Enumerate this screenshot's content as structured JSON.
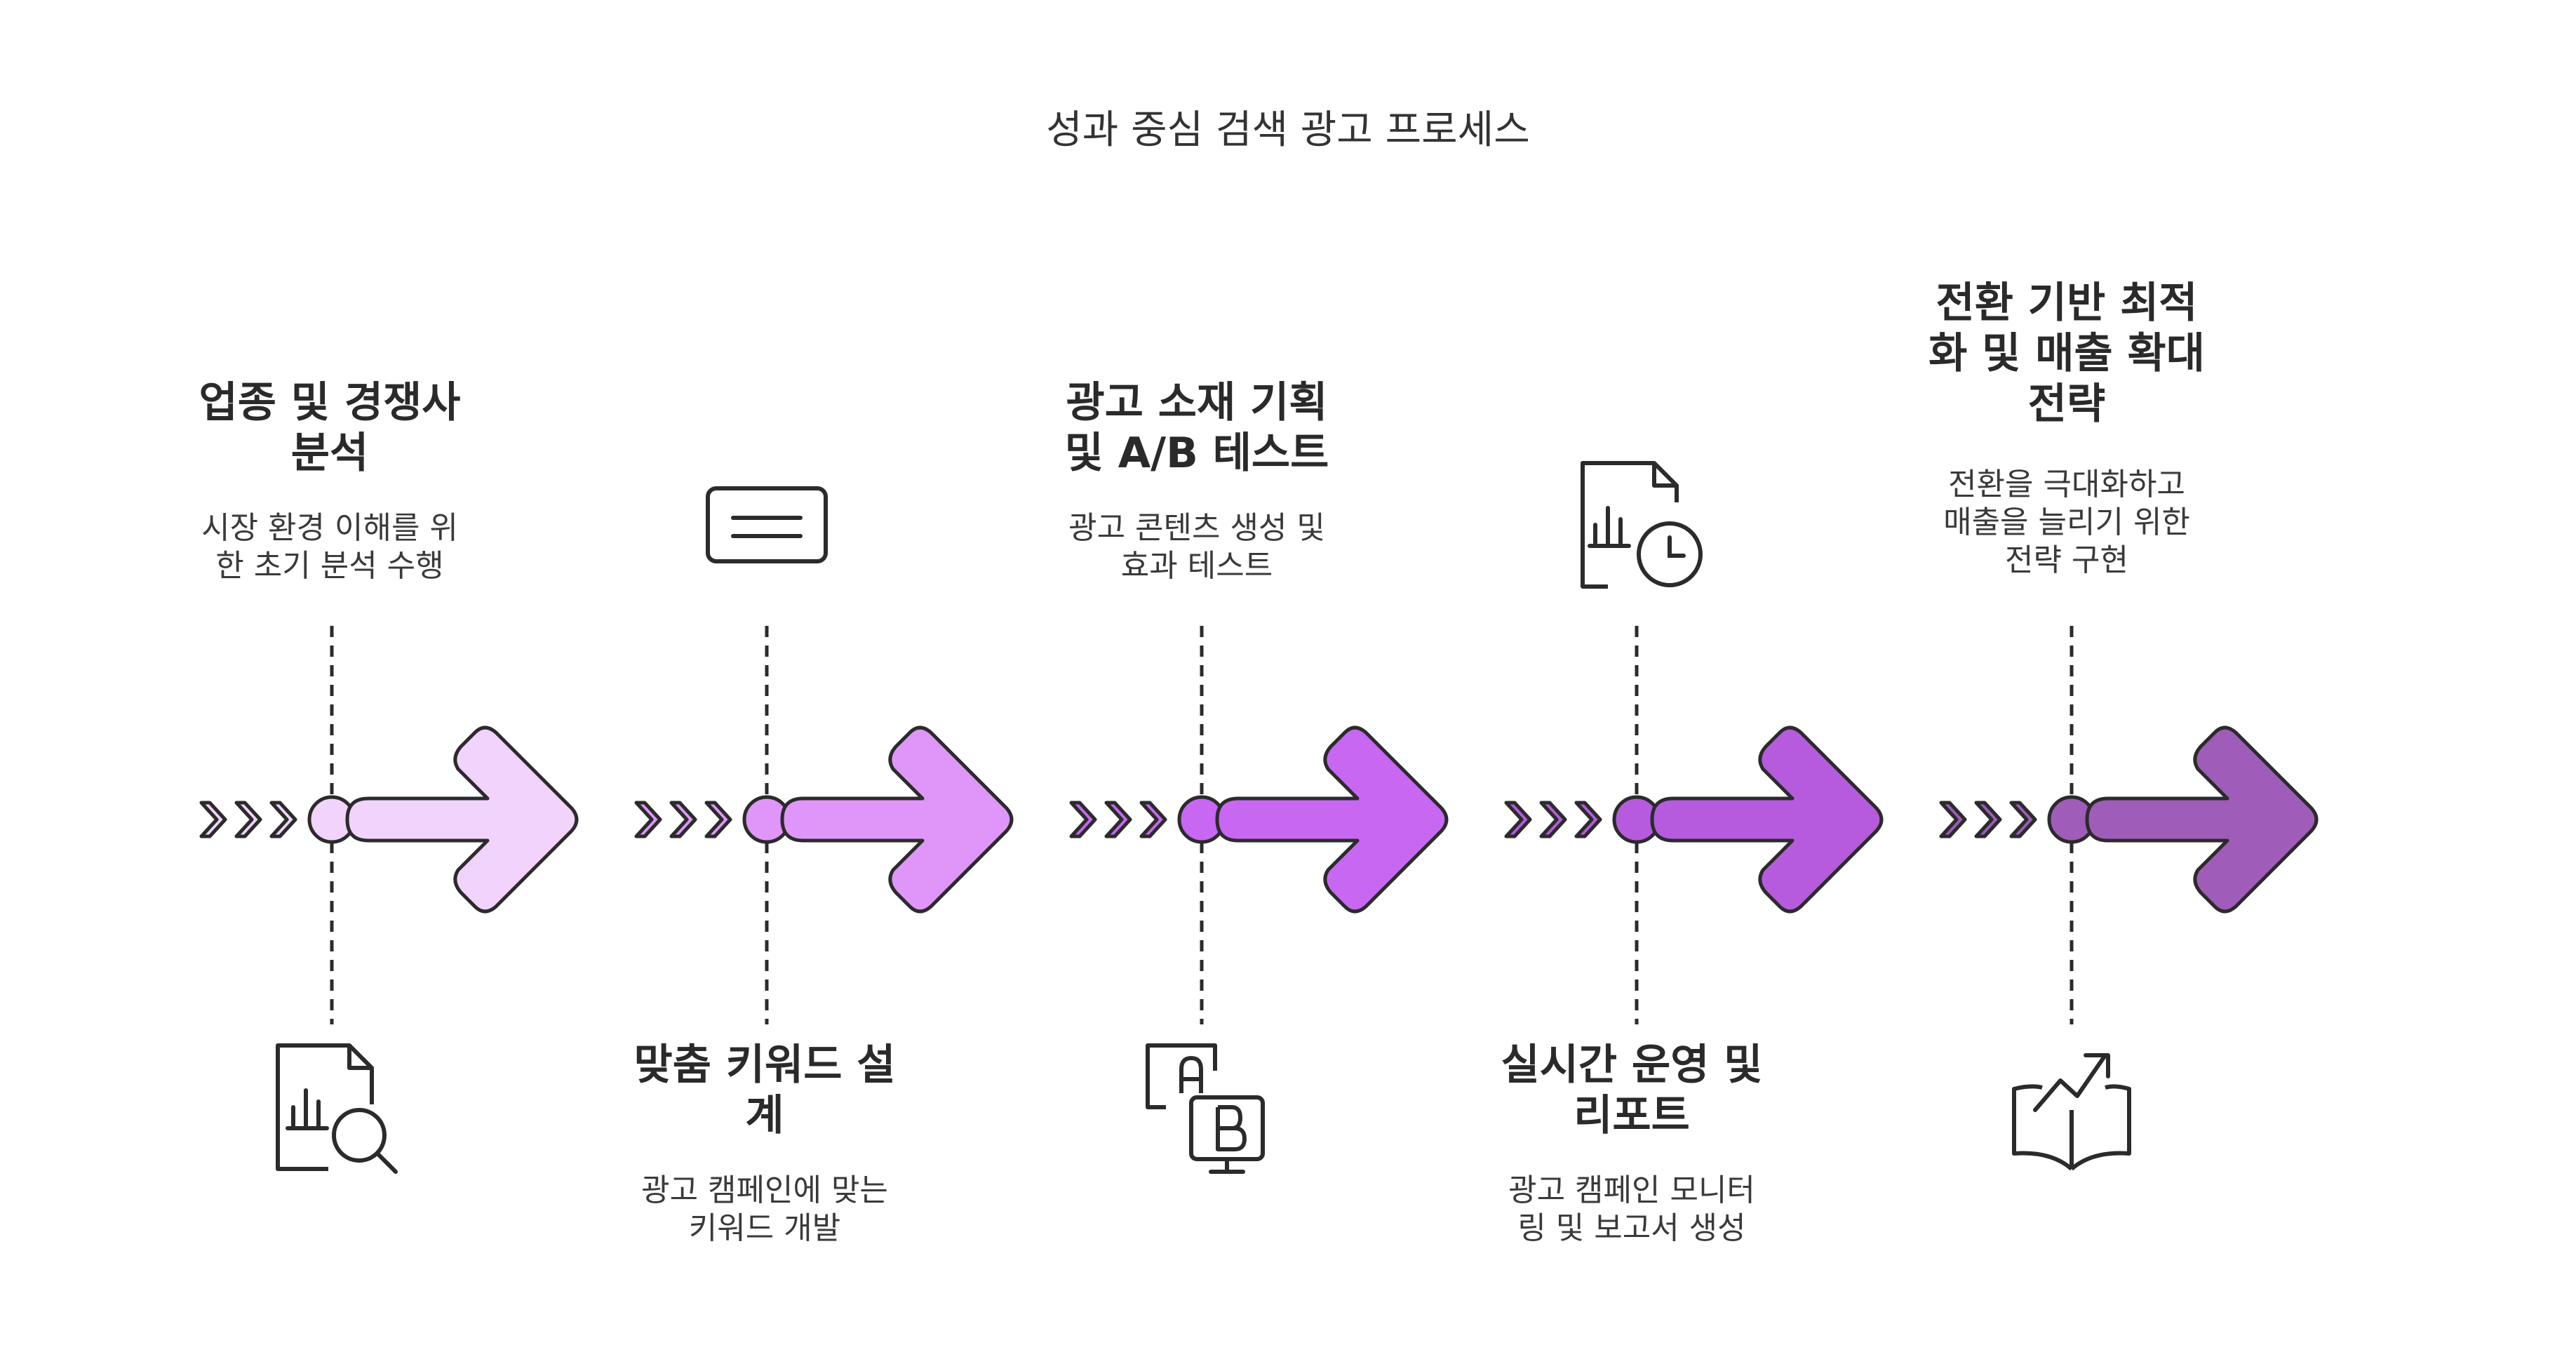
{
  "title": "성과 중심 검색 광고 프로세스",
  "colors": {
    "outline": "#2b2b2b",
    "step1": "#f1d3fc",
    "step2": "#df96f8",
    "step3": "#c767f2",
    "step4": "#b65bde",
    "step5": "#9f5cb8"
  },
  "steps": [
    {
      "title_lines": [
        "업종 및 경쟁사",
        "분석"
      ],
      "desc_lines": [
        "시장 환경 이해를 위",
        "한 초기 분석 수행"
      ],
      "icon": "document-analytics-search-icon",
      "position": "top"
    },
    {
      "title_lines": [
        "맞춤 키워드 설",
        "계"
      ],
      "desc_lines": [
        "광고 캠페인에 맞는",
        "키워드 개발"
      ],
      "icon": "keyboard-icon",
      "position": "bottom"
    },
    {
      "title_lines": [
        "광고 소재 기획",
        "및 A/B 테스트"
      ],
      "desc_lines": [
        "광고 콘텐츠 생성 및",
        "효과 테스트"
      ],
      "icon": "ab-test-icon",
      "position": "top"
    },
    {
      "title_lines": [
        "실시간 운영 및",
        "리포트"
      ],
      "desc_lines": [
        "광고 캠페인 모니터",
        "링 및 보고서 생성"
      ],
      "icon": "document-analytics-clock-icon",
      "position": "bottom"
    },
    {
      "title_lines": [
        "전환 기반 최적",
        "화 및 매출 확대",
        "전략"
      ],
      "desc_lines": [
        "전환을 극대화하고",
        "매출을 늘리기 위한",
        "전략 구현"
      ],
      "icon": "open-book-growth-icon",
      "position": "top"
    }
  ]
}
